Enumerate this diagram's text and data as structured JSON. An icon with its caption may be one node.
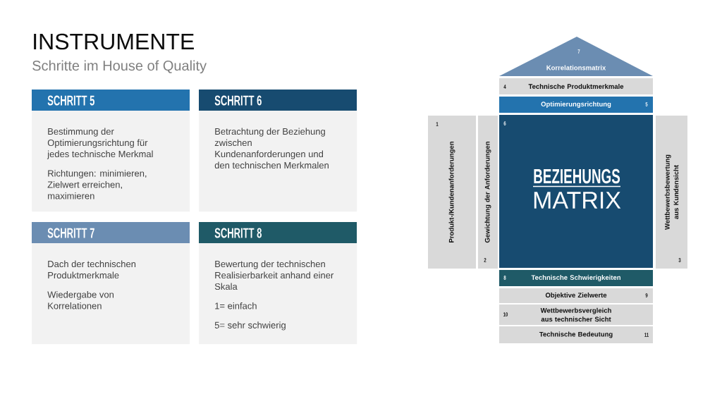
{
  "diagram": {
    "title": "INSTRUMENTE",
    "nodes": [
      {
        "text": [
          "SCHRITT 5",
          "Bestimmung der Optimierungsrichtung für jedes technische Merkmal",
          "Richtungen: minimieren, Zielwert erreichen, maximieren"
        ]
      },
      {
        "text": [
          "SCHRITT 6",
          "Betrachtung der Beziehung zwischen Kundenanforderungen und den technischen Merkmalen"
        ]
      },
      {
        "text": [
          "SCHRITT 7",
          "Dach der technischen Produktmerkmale",
          "Wiedergabe von Korrelationen"
        ]
      },
      {
        "text": [
          "SCHRITT 8",
          "Bewertung der technischen Realisierbarkeit anhand einer Skala",
          "1= einfach",
          "5= sehr schwierig"
        ]
      },
      {
        "text": [
          "7",
          "Korrelationsmatrix"
        ]
      },
      {
        "text": [
          "4",
          "Technische Produktmerkmale"
        ]
      },
      {
        "text": [
          "Optimierungsrichtung",
          "5"
        ]
      },
      {
        "text": [
          "1",
          "Produkt-/Kundenanforderungen"
        ]
      },
      {
        "text": [
          "2",
          "Gewichtung der Anforderungen"
        ]
      },
      {
        "text": [
          "6",
          "BEZIEHUNGS",
          "MATRIX"
        ]
      },
      {
        "text": [
          "3",
          "Wettbewerbsbewertung aus Kundensicht"
        ]
      },
      {
        "text": [
          "8",
          "Technische Schwierigkeiten"
        ]
      },
      {
        "text": [
          "Objektive Zielwerte",
          "9"
        ]
      },
      {
        "text": [
          "10",
          "Wettbewerbsvergleich aus technischer Sicht"
        ]
      },
      {
        "text": [
          "Technische Bedeutung",
          "11"
        ]
      }
    ],
    "labels": [
      "Schritte im House of Quality"
    ]
  }
}
